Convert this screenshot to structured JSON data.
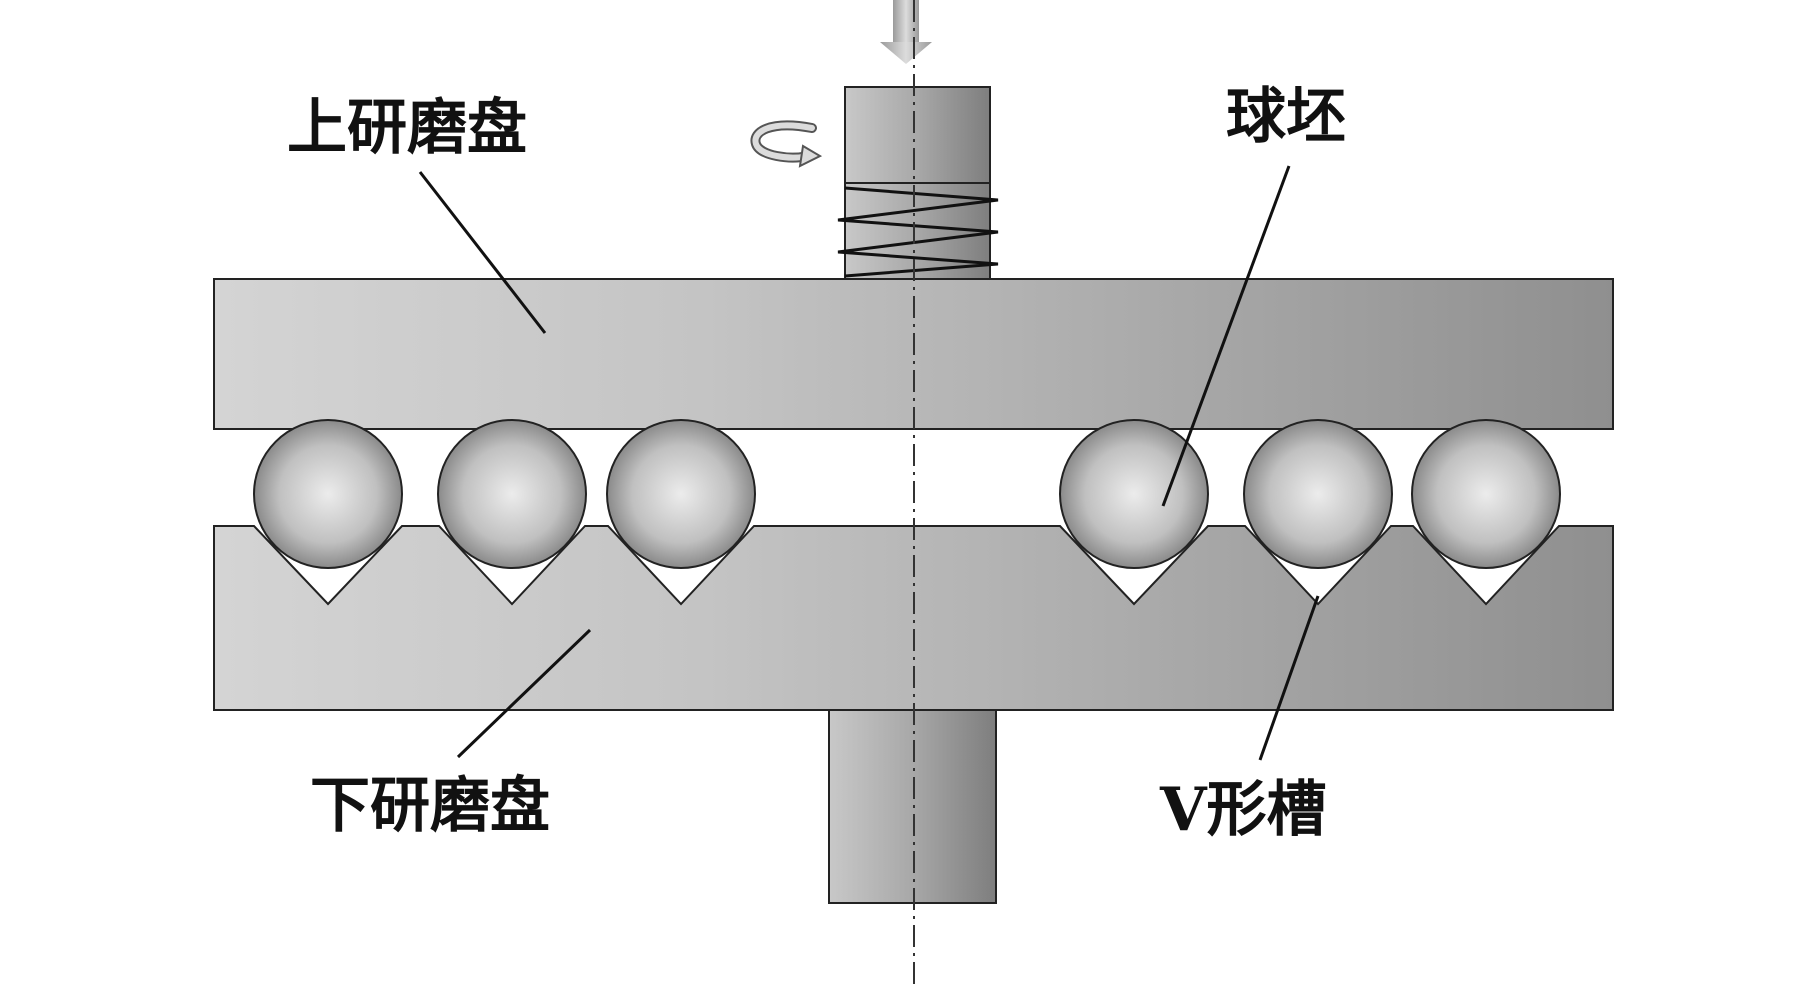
{
  "labels": {
    "upper_disc": "上研磨盘",
    "lower_disc": "下研磨盘",
    "ball_blank": "球坯",
    "v_groove": "V形槽"
  },
  "colors": {
    "outline": "#222222",
    "part_light": "#d2d2d2",
    "part_dark": "#8f8f8f",
    "ball_center": "#ececec",
    "ball_edge": "#7a7a7a",
    "centerline": "#333333",
    "arrow_fill": "#b5b5b5"
  },
  "icons": {
    "top_arrow": "down-arrow-icon",
    "rotation": "rotation-arrow-icon"
  }
}
